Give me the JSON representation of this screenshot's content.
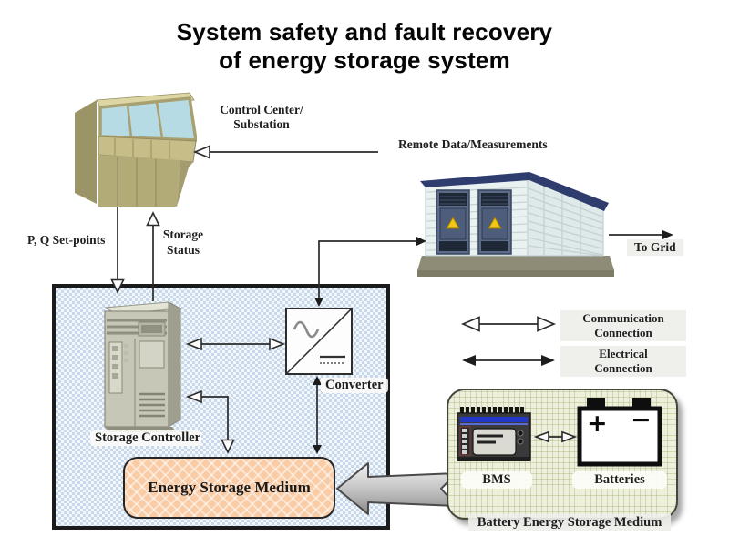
{
  "title": {
    "line1": "System safety and fault recovery",
    "line2": "of energy storage system"
  },
  "nodes": {
    "control_center": {
      "label_line1": "Control Center/",
      "label_line2": "Substation"
    },
    "storage_controller": {
      "label": "Storage Controller"
    },
    "converter": {
      "label": "Converter"
    },
    "energy_storage_medium": {
      "label": "Energy Storage Medium"
    },
    "battery_system": {
      "label": "Battery Energy Storage Medium",
      "bms_label": "BMS",
      "batteries_label": "Batteries",
      "battery_plus": "+",
      "battery_minus": "−"
    }
  },
  "connections": {
    "remote_data": "Remote Data/Measurements",
    "pq_setpoints": "P, Q Set-points",
    "storage_status_line1": "Storage",
    "storage_status_line2": "Status",
    "to_grid": "To Grid"
  },
  "legend": {
    "communication_line1": "Communication",
    "communication_line2": "Connection",
    "electrical_line1": "Electrical",
    "electrical_line2": "Connection"
  },
  "colors": {
    "dotted_box_pattern": "#c7d8ea",
    "esm_fill": "#f9cca6",
    "battery_box_fill": "#eef0dd",
    "big_arrow_gray": "#9a9a9a",
    "roof_navy": "#2e3c6e",
    "warning_yellow": "#f2c614",
    "tower_khaki": "#b3ab77",
    "glass_blue": "#b7dbe4",
    "line_color": "#2a2a2a"
  }
}
